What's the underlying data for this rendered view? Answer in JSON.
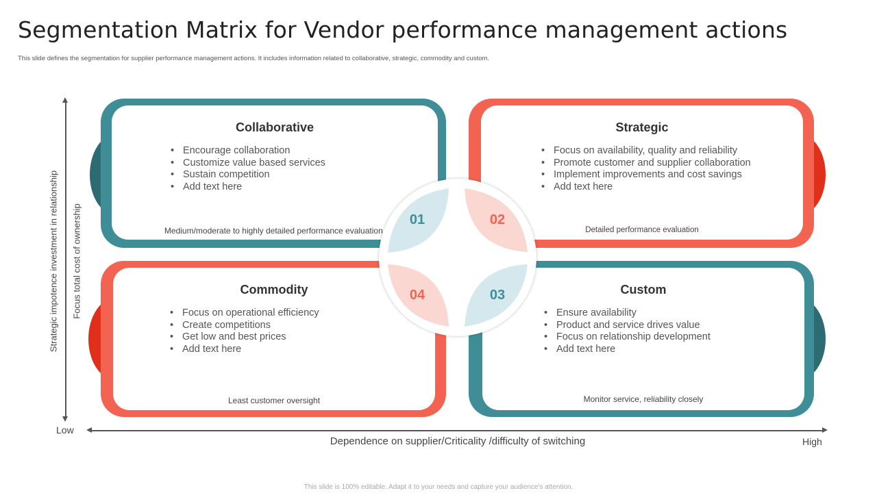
{
  "title": "Segmentation Matrix for Vendor performance management actions",
  "subtitle": "This slide defines the segmentation for supplier performance management actions. It includes information related to collaborative, strategic, commodity and custom.",
  "footer": "This slide is 100% editable. Adapt it to your needs and capture your audience's attention.",
  "axes": {
    "y_label_outer": "Strategic impotence investment in relationship",
    "y_label_inner": "Focus total cost of ownership",
    "x_label": "Dependence on supplier/Criticality /difficulty  of switching",
    "low": "Low",
    "high": "High"
  },
  "colors": {
    "teal": "#3F8E97",
    "teal_dark": "#2D6B72",
    "coral": "#F26451",
    "red_dark": "#E02F1A",
    "teal_light": "#D4E8EE",
    "coral_light": "#FBD7D1"
  },
  "quadrants": {
    "collaborative": {
      "number": "01",
      "title": "Collaborative",
      "bullets": [
        "Encourage collaboration",
        "Customize value based services",
        "Sustain competition",
        "Add text here"
      ],
      "footer": "Medium/moderate  to highly detailed performance  evaluation."
    },
    "strategic": {
      "number": "02",
      "title": "Strategic",
      "bullets": [
        "Focus on availability,  quality and reliability",
        "Promote customer and supplier collaboration",
        "Implement improvements and cost savings",
        "Add text here"
      ],
      "footer": "Detailed performance evaluation"
    },
    "custom": {
      "number": "03",
      "title": "Custom",
      "bullets": [
        "Ensure availability",
        "Product and service drives value",
        "Focus on relationship development",
        "Add text here"
      ],
      "footer": "Monitor service, reliability closely"
    },
    "commodity": {
      "number": "04",
      "title": "Commodity",
      "bullets": [
        "Focus on operational efficiency",
        "Create competitions",
        "Get low and best prices",
        "Add text here"
      ],
      "footer": "Least customer oversight"
    }
  }
}
